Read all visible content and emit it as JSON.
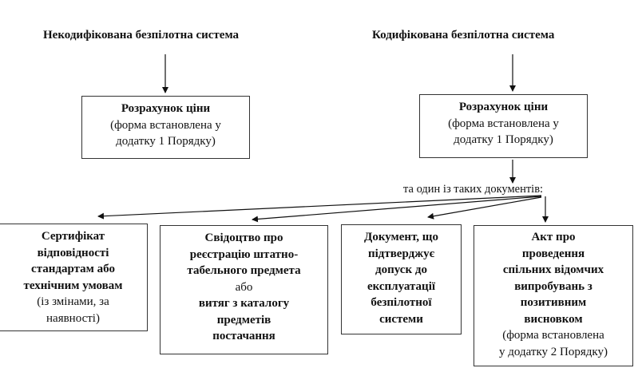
{
  "left_column": {
    "header": "Некодифікована безпілотна система",
    "box": {
      "title": "Розрахунок ціни",
      "lines": [
        "(форма встановлена у",
        "додатку 1 Порядку)"
      ]
    }
  },
  "right_column": {
    "header": "Кодифікована безпілотна система",
    "box": {
      "title": "Розрахунок ціни",
      "lines": [
        "(форма встановлена у",
        "додатку 1 Порядку)"
      ]
    },
    "connector_note": "та один із таких документів:"
  },
  "documents": [
    {
      "bold_lines": [
        "Сертифікат",
        "відповідності",
        "стандартам або",
        "технічним умовам"
      ],
      "normal_lines": [
        "(із змінами, за",
        "наявності)"
      ]
    },
    {
      "bold_lines_1": [
        "Свідоцтво про",
        "реєстрацію штатно-",
        "табельного предмета"
      ],
      "separator": "або",
      "bold_lines_2": [
        "витяг з каталогу",
        "предметів",
        "постачання"
      ]
    },
    {
      "bold_lines": [
        "Документ, що",
        "підтверджує",
        "допуск до",
        "експлуатації",
        "безпілотної",
        "системи"
      ]
    },
    {
      "bold_lines": [
        "Акт про",
        "проведення",
        "спільних відомчих",
        "випробувань з",
        "позитивним",
        "висновком"
      ],
      "normal_lines": [
        "(форма встановлена",
        "у додатку 2 Порядку)"
      ]
    }
  ]
}
